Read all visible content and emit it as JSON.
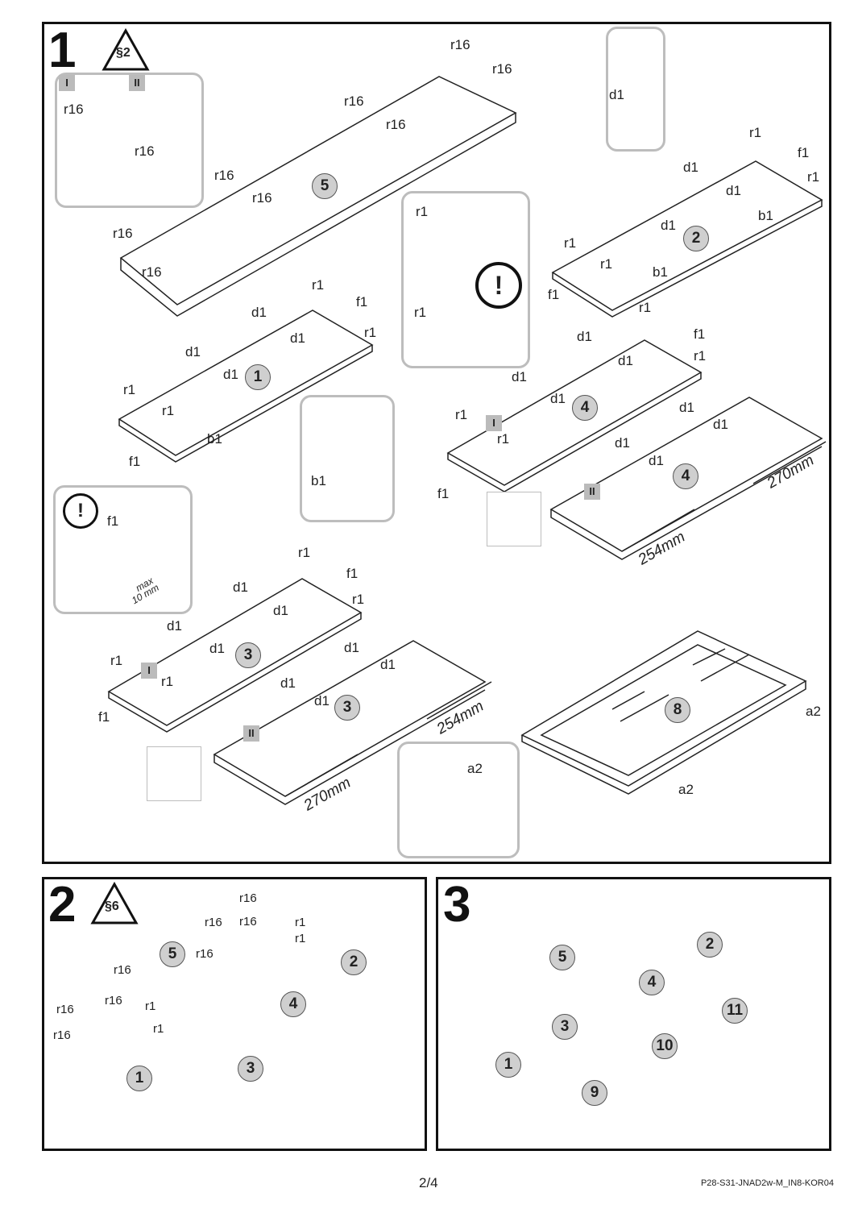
{
  "steps": {
    "one": "1",
    "two": "2",
    "three": "3"
  },
  "warnings": {
    "step1": "§2",
    "step2": "§6"
  },
  "insets": {
    "sub_i": "I",
    "sub_ii": "II",
    "max_note_a": "max",
    "max_note_b": "10 mm"
  },
  "parts": {
    "p1": "1",
    "p2": "2",
    "p3": "3",
    "p4": "4",
    "p5": "5",
    "p8": "8",
    "p9": "9",
    "p10": "10",
    "p11": "11"
  },
  "hardware": {
    "r16": "r16",
    "r1": "r1",
    "d1": "d1",
    "f1": "f1",
    "b1": "b1",
    "a2": "a2"
  },
  "dimensions": {
    "d270": "270mm",
    "d254": "254mm"
  },
  "footer": {
    "page": "2/4",
    "code": "P28-S31-JNAD2w-M_IN8-KOR04"
  },
  "colors": {
    "line": "#222222",
    "inset_border": "#bdbdbd",
    "badge": "#cfcfcf"
  }
}
